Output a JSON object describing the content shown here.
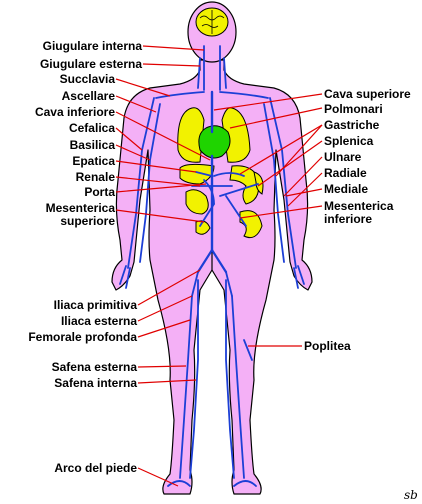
{
  "colors": {
    "body_fill": "#f4b0f6",
    "body_outline": "#000000",
    "veins": "#1c3fd6",
    "leader_lines": "#e00000",
    "brain": "#f2f200",
    "lungs": "#f2f200",
    "heart": "#1fd400",
    "organs": "#f2f200"
  },
  "labels_left": [
    {
      "id": "giugulare-interna",
      "text": "Giugulare interna"
    },
    {
      "id": "giugulare-esterna",
      "text": "Giugulare esterna"
    },
    {
      "id": "succlavia",
      "text": "Succlavia"
    },
    {
      "id": "ascellare",
      "text": "Ascellare"
    },
    {
      "id": "cava-inferiore",
      "text": "Cava inferiore"
    },
    {
      "id": "cefalica",
      "text": "Cefalica"
    },
    {
      "id": "basilica",
      "text": "Basilica"
    },
    {
      "id": "epatica",
      "text": "Epatica"
    },
    {
      "id": "renale",
      "text": "Renale"
    },
    {
      "id": "porta",
      "text": "Porta"
    },
    {
      "id": "mesenterica-superiore-1",
      "text": "Mesenterica"
    },
    {
      "id": "mesenterica-superiore-2",
      "text": "superiore"
    },
    {
      "id": "iliaca-primitiva",
      "text": "Iliaca primitiva"
    },
    {
      "id": "iliaca-esterna",
      "text": "Iliaca esterna"
    },
    {
      "id": "femorale-profonda",
      "text": "Femorale profonda"
    },
    {
      "id": "safena-esterna",
      "text": "Safena esterna"
    },
    {
      "id": "safena-interna",
      "text": "Safena interna"
    },
    {
      "id": "arco-del-piede",
      "text": "Arco del piede"
    }
  ],
  "labels_right": [
    {
      "id": "cava-superiore",
      "text": "Cava superiore"
    },
    {
      "id": "polmonari",
      "text": "Polmonari"
    },
    {
      "id": "gastriche",
      "text": "Gastriche"
    },
    {
      "id": "splenica",
      "text": "Splenica"
    },
    {
      "id": "ulnare",
      "text": "Ulnare"
    },
    {
      "id": "radiale",
      "text": "Radiale"
    },
    {
      "id": "mediale",
      "text": "Mediale"
    },
    {
      "id": "mesenterica-inferiore-1",
      "text": "Mesenterica"
    },
    {
      "id": "mesenterica-inferiore-2",
      "text": "inferiore"
    },
    {
      "id": "poplitea",
      "text": "Poplitea"
    }
  ],
  "signature": "sb"
}
